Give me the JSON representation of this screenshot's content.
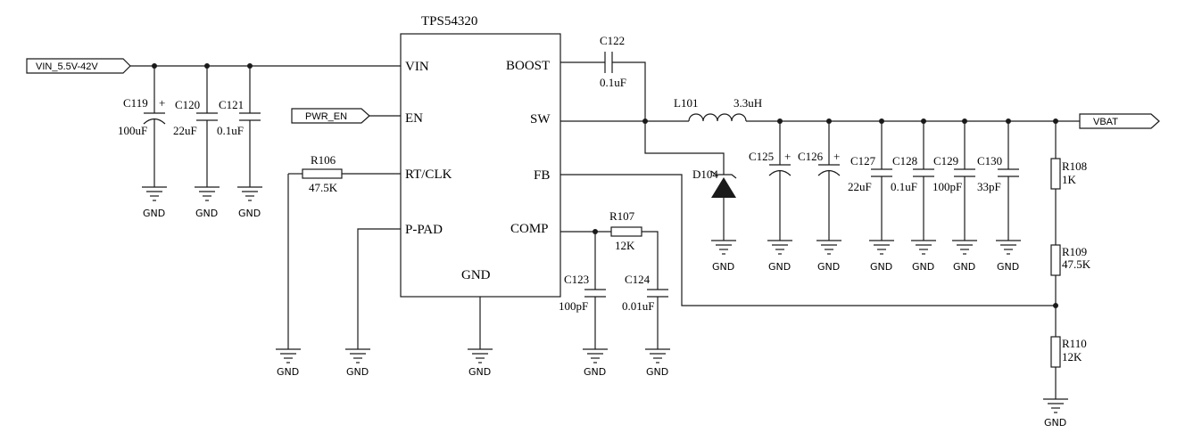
{
  "ic": {
    "name": "TPS54320",
    "pins": {
      "vin": "VIN",
      "en": "EN",
      "rt": "RT/CLK",
      "ppad": "P-PAD",
      "boost": "BOOST",
      "sw": "SW",
      "fb": "FB",
      "comp": "COMP",
      "gnd": "GND"
    }
  },
  "ports": {
    "vin": "VIN_5.5V-42V",
    "pwr_en": "PWR_EN",
    "vbat": "VBAT"
  },
  "gnd_label": "GND",
  "parts": {
    "c119": {
      "ref": "C119",
      "val": "100uF",
      "plus": "+"
    },
    "c120": {
      "ref": "C120",
      "val": "22uF"
    },
    "c121": {
      "ref": "C121",
      "val": "0.1uF"
    },
    "c122": {
      "ref": "C122",
      "val": "0.1uF"
    },
    "c123": {
      "ref": "C123",
      "val": "100pF"
    },
    "c124": {
      "ref": "C124",
      "val": "0.01uF"
    },
    "c125": {
      "ref": "C125",
      "plus": "+"
    },
    "c126": {
      "ref": "C126",
      "plus": "+"
    },
    "c127": {
      "ref": "C127",
      "val": "22uF"
    },
    "c128": {
      "ref": "C128",
      "val": "0.1uF"
    },
    "c129": {
      "ref": "C129",
      "val": "100pF"
    },
    "c130": {
      "ref": "C130",
      "val": "33pF"
    },
    "l101": {
      "ref": "L101",
      "val": "3.3uH"
    },
    "d104": {
      "ref": "D104"
    },
    "r106": {
      "ref": "R106",
      "val": "47.5K"
    },
    "r107": {
      "ref": "R107",
      "val": "12K"
    },
    "r108": {
      "ref": "R108",
      "val": "1K"
    },
    "r109": {
      "ref": "R109",
      "val": "47.5K"
    },
    "r110": {
      "ref": "R110",
      "val": "12K"
    }
  }
}
